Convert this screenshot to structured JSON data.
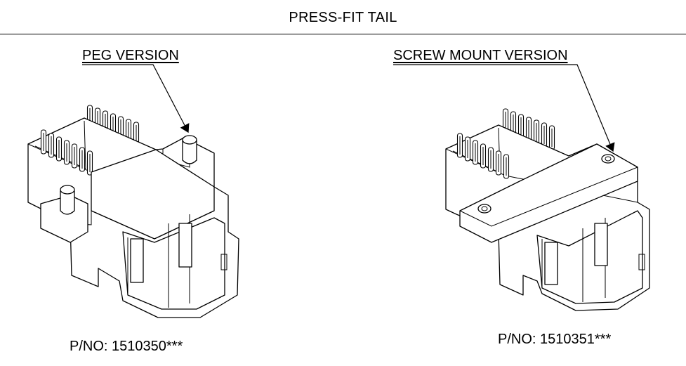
{
  "header": {
    "title": "PRESS-FIT TAIL"
  },
  "left": {
    "callout": "PEG VERSION",
    "part_number": "P/NO: 1510350***",
    "pointer_icon": "arrow-icon"
  },
  "right": {
    "callout": "SCREW MOUNT VERSION",
    "part_number": "P/NO: 1510351***",
    "pointer_icon": "arrow-icon"
  }
}
